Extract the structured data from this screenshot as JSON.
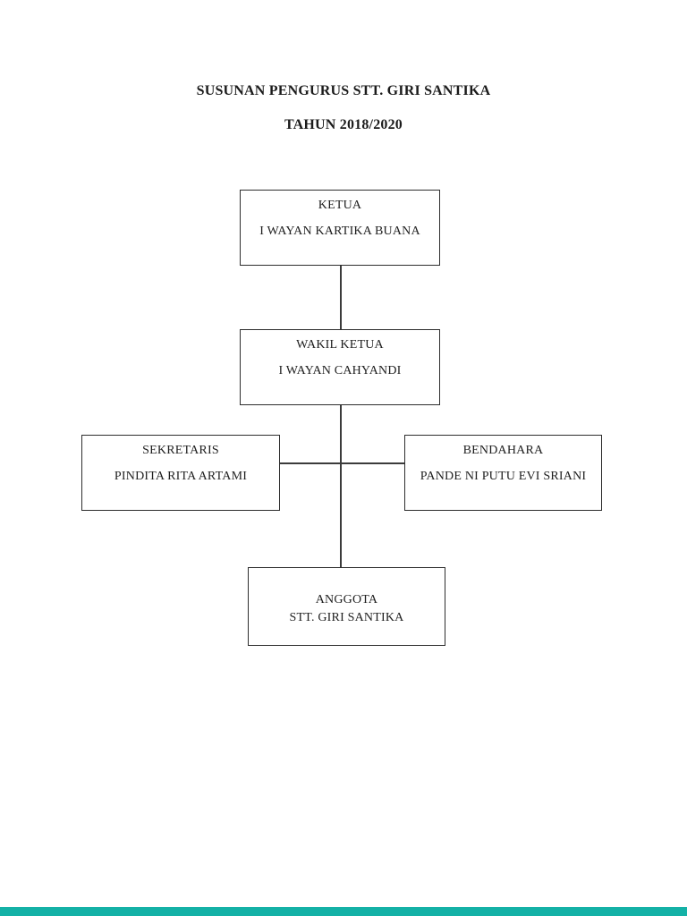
{
  "document": {
    "title_line1": "SUSUNAN PENGURUS STT. GIRI SANTIKA",
    "title_line2": "TAHUN 2018/2020"
  },
  "org_chart": {
    "type": "organizational-chart",
    "nodes": [
      {
        "id": "ketua",
        "role": "KETUA",
        "name": "I WAYAN KARTIKA BUANA"
      },
      {
        "id": "wakil_ketua",
        "role": "WAKIL KETUA",
        "name": "I WAYAN CAHYANDI"
      },
      {
        "id": "sekretaris",
        "role": "SEKRETARIS",
        "name": "PINDITA RITA ARTAMI"
      },
      {
        "id": "bendahara",
        "role": "BENDAHARA",
        "name": "PANDE NI PUTU EVI SRIANI"
      },
      {
        "id": "anggota",
        "role": "ANGGOTA",
        "name": "STT. GIRI SANTIKA"
      }
    ],
    "edges": [
      {
        "from": "ketua",
        "to": "wakil_ketua",
        "style": "vertical"
      },
      {
        "from": "wakil_ketua",
        "to": "anggota",
        "style": "vertical"
      },
      {
        "from": "sekretaris",
        "to": "bendahara",
        "style": "horizontal"
      }
    ]
  },
  "colors": {
    "page_background": "#ffffff",
    "box_border": "#2d2d2d",
    "connector_line": "#3b3b3b",
    "text": "#1e1e1e",
    "footer_bar": "#14b1a6"
  }
}
